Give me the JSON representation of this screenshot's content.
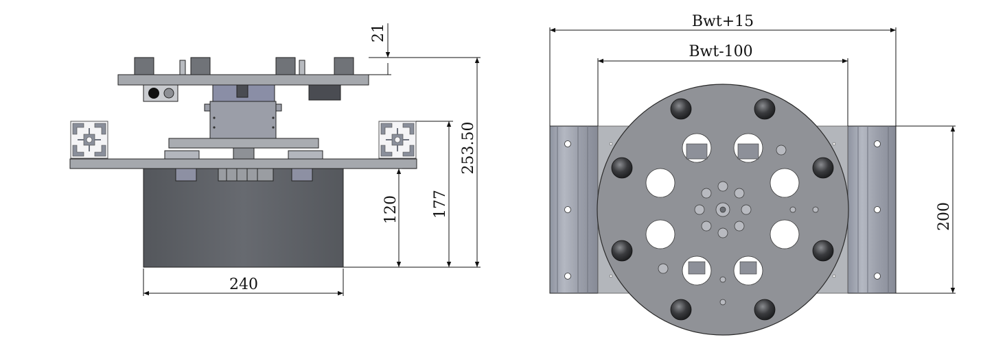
{
  "side_view": {
    "dimensions": {
      "top_offset": "21",
      "total_height": "253.50",
      "frame_height": "177",
      "box_height": "120",
      "box_width": "240"
    }
  },
  "top_view": {
    "dimensions": {
      "outer_width": "Bwt+15",
      "inner_width": "Bwt-100",
      "rail_span": "200"
    }
  },
  "colors": {
    "box": "#5f6268",
    "steel": "#a9acb2",
    "plate": "#9a9da2",
    "disc": "#8e9096",
    "rail": "#9fa3ad",
    "knob": "#3a3b3e",
    "line": "#111111"
  }
}
